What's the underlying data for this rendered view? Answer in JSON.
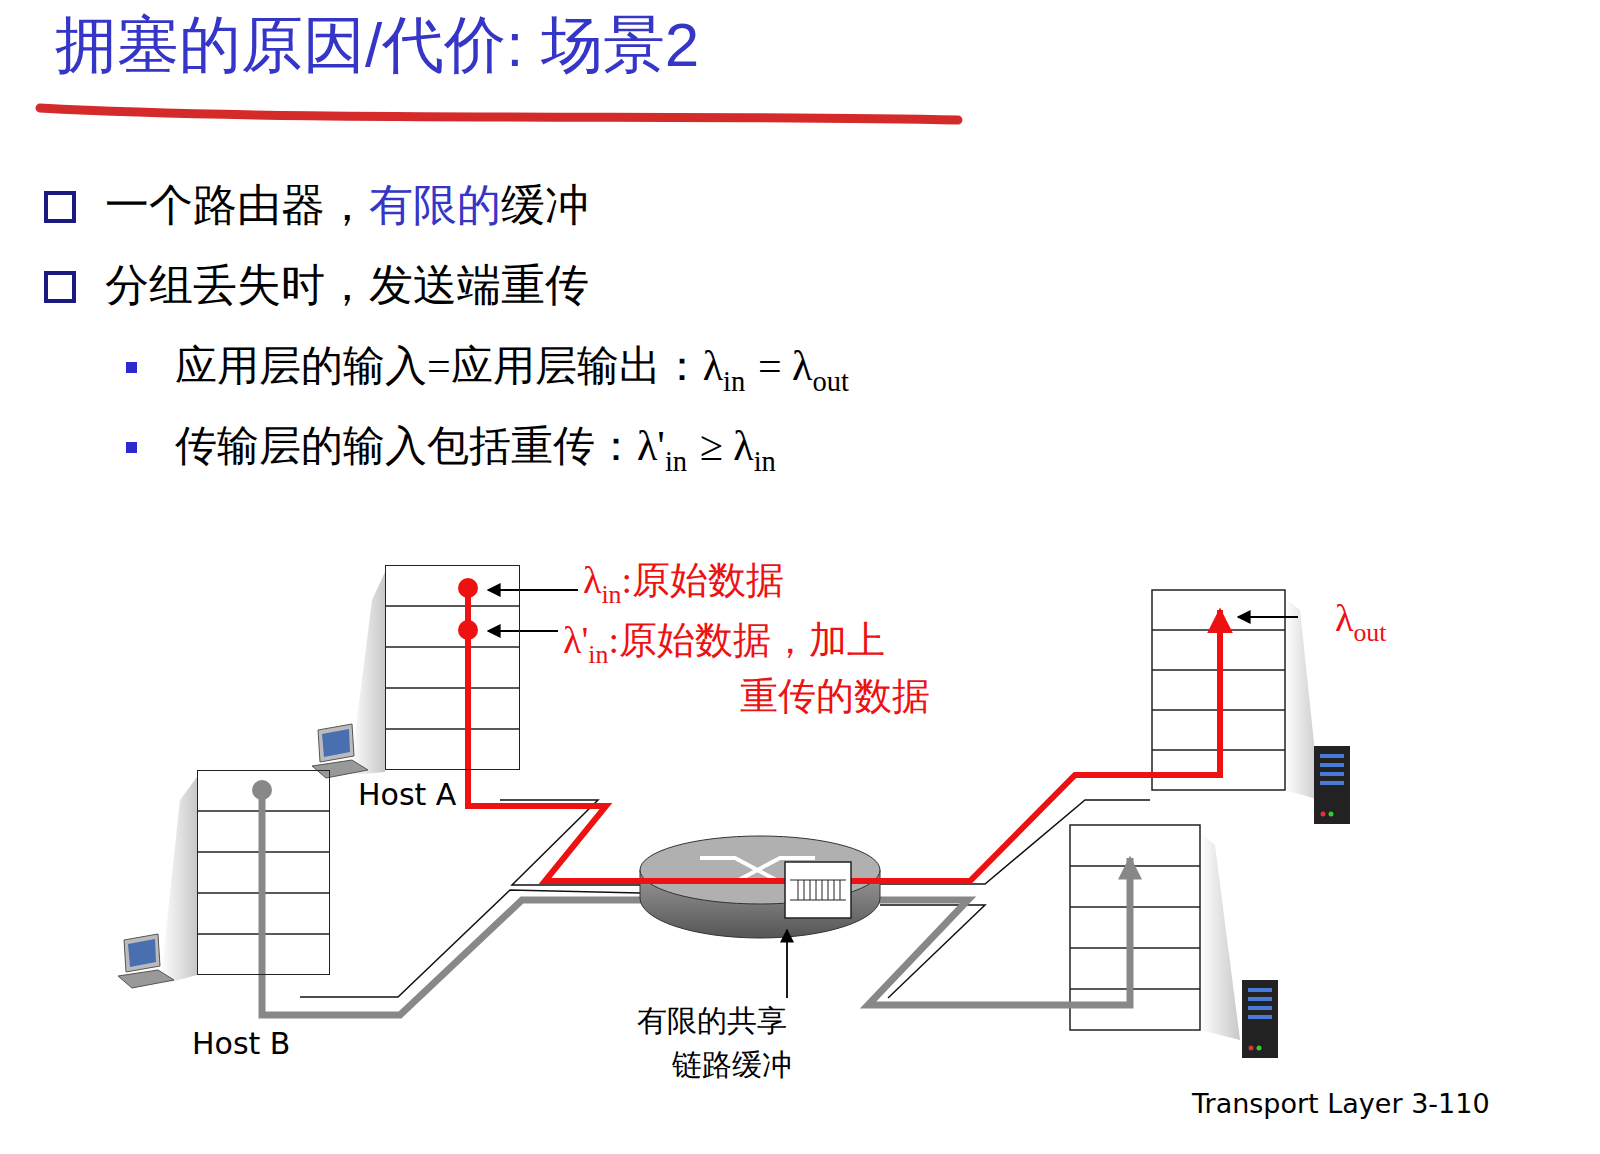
{
  "diagram": {
    "title": "拥塞的原因/代价: 场景2",
    "nodes": [
      {
        "text": [
          "Host A"
        ]
      },
      {
        "text": [
          "Host B"
        ]
      }
    ],
    "labels": [
      "一个路由器，",
      "有限的",
      "缓冲",
      "分组丢失时，发送端重传",
      "应用层的输入=应用层输出：λ",
      "in",
      "= λ",
      "out",
      "传输层的输入包括重传：λ'",
      "in",
      "≥ λ",
      "in",
      "λ",
      "in",
      ":原始数据",
      "λ'",
      "in",
      ":原始数据，加上",
      "重传的数据",
      "λ",
      "out",
      "有限的共享",
      "链路缓冲",
      "Transport Layer 3-110"
    ]
  }
}
